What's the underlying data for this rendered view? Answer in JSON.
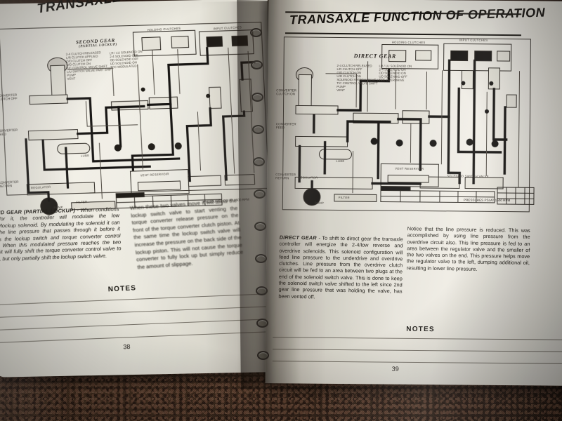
{
  "scene": {
    "subject": "open spiral-bound automotive service manual on brown carpet",
    "background_color": "#4a3124",
    "paper_color": "#eceadf",
    "ink_color": "#15120e"
  },
  "left_page": {
    "header_title": "TRANSAXLE FUNCTION OF OPERATION",
    "diagram": {
      "title": "SECOND GEAR",
      "subtitle": "(PARTIAL LOCKUP)",
      "section_labels": [
        "HOLDING CLUTCHES",
        "INPUT CLUTCHES"
      ],
      "component_labels": [
        "VENT RESERVOIR",
        "PUMP",
        "FILTER",
        "LUBE",
        "REGULATOR",
        "SOLENOID",
        "LR/LU",
        "2-4/OD",
        "OD",
        "UD",
        "LR",
        "2/4"
      ],
      "legend_left": [
        "2-4 CLUTCH RELEASED",
        "L/R CLUTCH APPLIED",
        "O/D CLUTCH OFF",
        "U/D CLUTCH ON",
        "T/C CONTROL VALVE SHIFT",
        "L/U SWITCH VALVE PART SHIFT",
        "PUMP",
        "VENT"
      ],
      "legend_right": [
        "LR / LU SOLENOID ON",
        "2-4 SOLENOID OFF",
        "OD SOLENOID OFF",
        "UD SOLENOID ON",
        "TCC MODULATED"
      ],
      "pressure_table": {
        "headers": [
          "LINE",
          "LU OFF",
          "LU ON",
          "REVERSE",
          "LUBE",
          "SUCTION"
        ],
        "values": [
          "100-145",
          "85-95",
          "90-100",
          "0-5",
          "5-15",
          ""
        ],
        "note": "PRESSURES PSI AT 1500 RPM"
      }
    },
    "columns": [
      {
        "lead": "SECOND GEAR (PARTIAL LOCKUP)",
        "text": " - When conditions allow for it, the controller will modulate the low reverse/lockup solenoid. By modulating the solenoid it can lower the line pressure that passes through it before it reaches the lockup switch and torque converter control valves. When this modulated pressure reaches the two valves it will fully shift the torque converter control valve to the left, but only partially shift the lockup switch valve."
      },
      {
        "lead": "",
        "text": "When these two valves move it will allow the lockup switch valve to start venting the torque converter release pressure on the front of the torque converter clutch piston. At the same time the lockup switch valve will increase the pressure on the back side of the lockup piston. This will not cause the torque converter to fully lock up but simply reduce the amount of slippage."
      }
    ],
    "notes_label": "NOTES",
    "notes_line_count": 4,
    "page_number": "38"
  },
  "right_page": {
    "header_title": "TRANSAXLE FUNCTION OF OPERATION",
    "diagram": {
      "title": "DIRECT GEAR",
      "subtitle": "",
      "section_labels": [
        "HOLDING CLUTCHES",
        "INPUT CLUTCHES"
      ],
      "component_labels": [
        "VENT RESERVOIR",
        "PUMP",
        "FILTER",
        "LUBE",
        "REGULATOR",
        "SOLENOID SWITCH VALVE",
        "LR/LU",
        "2-4/OD",
        "OD",
        "UD",
        "LR",
        "2/4"
      ],
      "legend_left": [
        "2-4 CLUTCH RELEASED",
        "L/R CLUTCH OFF",
        "O/D CLUTCH ON",
        "U/D CLUTCH ON",
        "SOLENOID SWITCH VALVE LEFT",
        "T/C CONTROL VALVE SHIFT",
        "PUMP",
        "VENT"
      ],
      "legend_right": [
        "LR / LU SOLENOID ON",
        "2-4 SOLENOID ON",
        "OD SOLENOID ON",
        "UD SOLENOID OFF",
        "TCC OVERDRIVE"
      ],
      "pressure_table": {
        "headers": [
          "LINE",
          "LU OFF",
          "LU ON",
          "REVERSE",
          "LUBE",
          "SUCTION"
        ],
        "values": [
          "70-95",
          "40-50",
          "45-60",
          "0-5",
          "5-15",
          ""
        ],
        "note": "PRESSURES PSI AT 1500 RPM"
      },
      "clutch_table": {
        "title": "SOLENOID / CLUTCH",
        "rows": [
          [
            "L/R",
            "2-4",
            "O/D",
            "U/D"
          ],
          [
            "OFF",
            "ON",
            "ON",
            "ON"
          ]
        ]
      }
    },
    "columns": [
      {
        "lead": "DIRECT GEAR",
        "text": " - To shift to direct gear the transaxle controller will energize the 2-4/low reverse and overdrive solenoids. This solenoid configuration will feed line pressure to the underdrive and overdrive clutches. Line pressure from the overdrive clutch circuit will be fed to an area between two plugs at the end of the solenoid switch valve. This is done to keep the solenoid switch valve shifted to the left since 2nd gear line pressure that was holding the valve, has been vented off."
      },
      {
        "lead": "",
        "text": "Notice that the line pressure is reduced. This was accomplished by using line pressure from the overdrive circuit also. This line pressure is fed to an area between the regulator valve and the smaller of the two valves on the end. This pressure helps move the regulator valve to the left, dumping additional oil, resulting in lower line pressure."
      }
    ],
    "notes_label": "NOTES",
    "notes_line_count": 3,
    "page_number": "39"
  }
}
